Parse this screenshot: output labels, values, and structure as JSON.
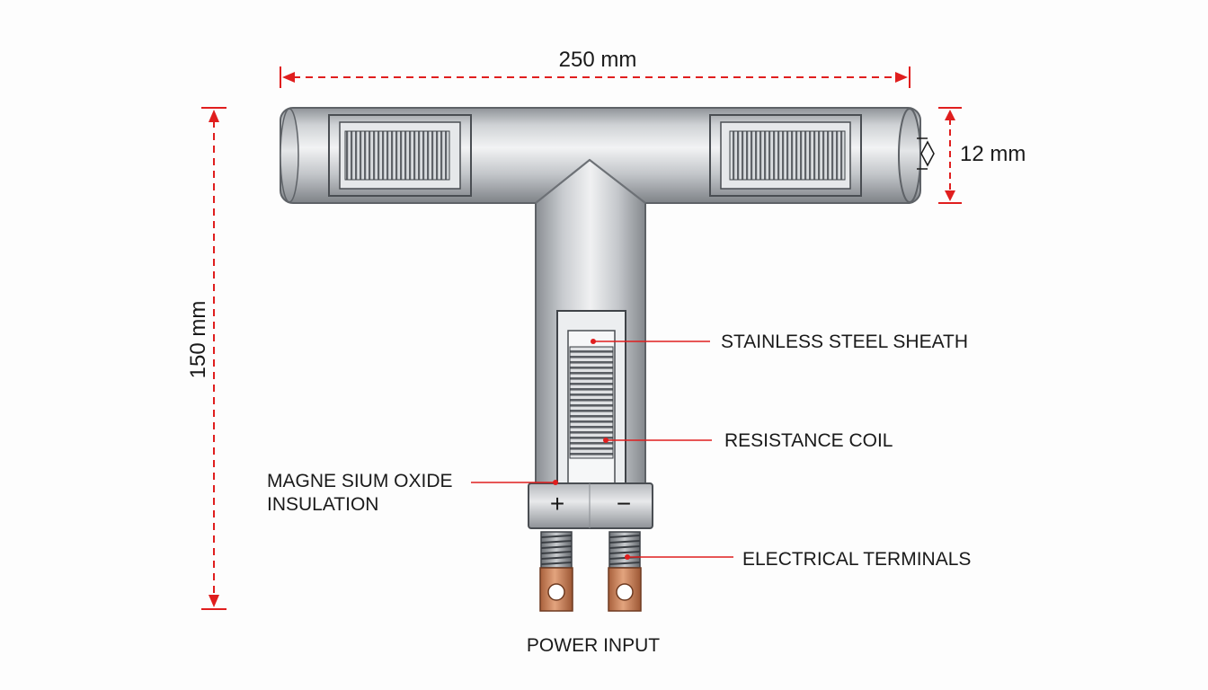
{
  "dimensions": {
    "width": "250 mm",
    "height": "150 mm",
    "diameter": "12 mm"
  },
  "callouts": {
    "sheath": "STAINLESS STEEL SHEATH",
    "coil": "RESISTANCE COIL",
    "insulation_line1": "MAGNE SIUM OXIDE",
    "insulation_line2": "INSULATION",
    "terminals": "ELECTRICAL TERMINALS",
    "power": "POWER INPUT"
  },
  "terminal_signs": {
    "positive": "+",
    "negative": "−"
  },
  "colors": {
    "dimension_line": "#e01e1e",
    "callout_line": "#e01e1e",
    "steel_mid": "#d6d9dc",
    "steel_dark": "#8e9297",
    "copper": "#c9825a"
  }
}
